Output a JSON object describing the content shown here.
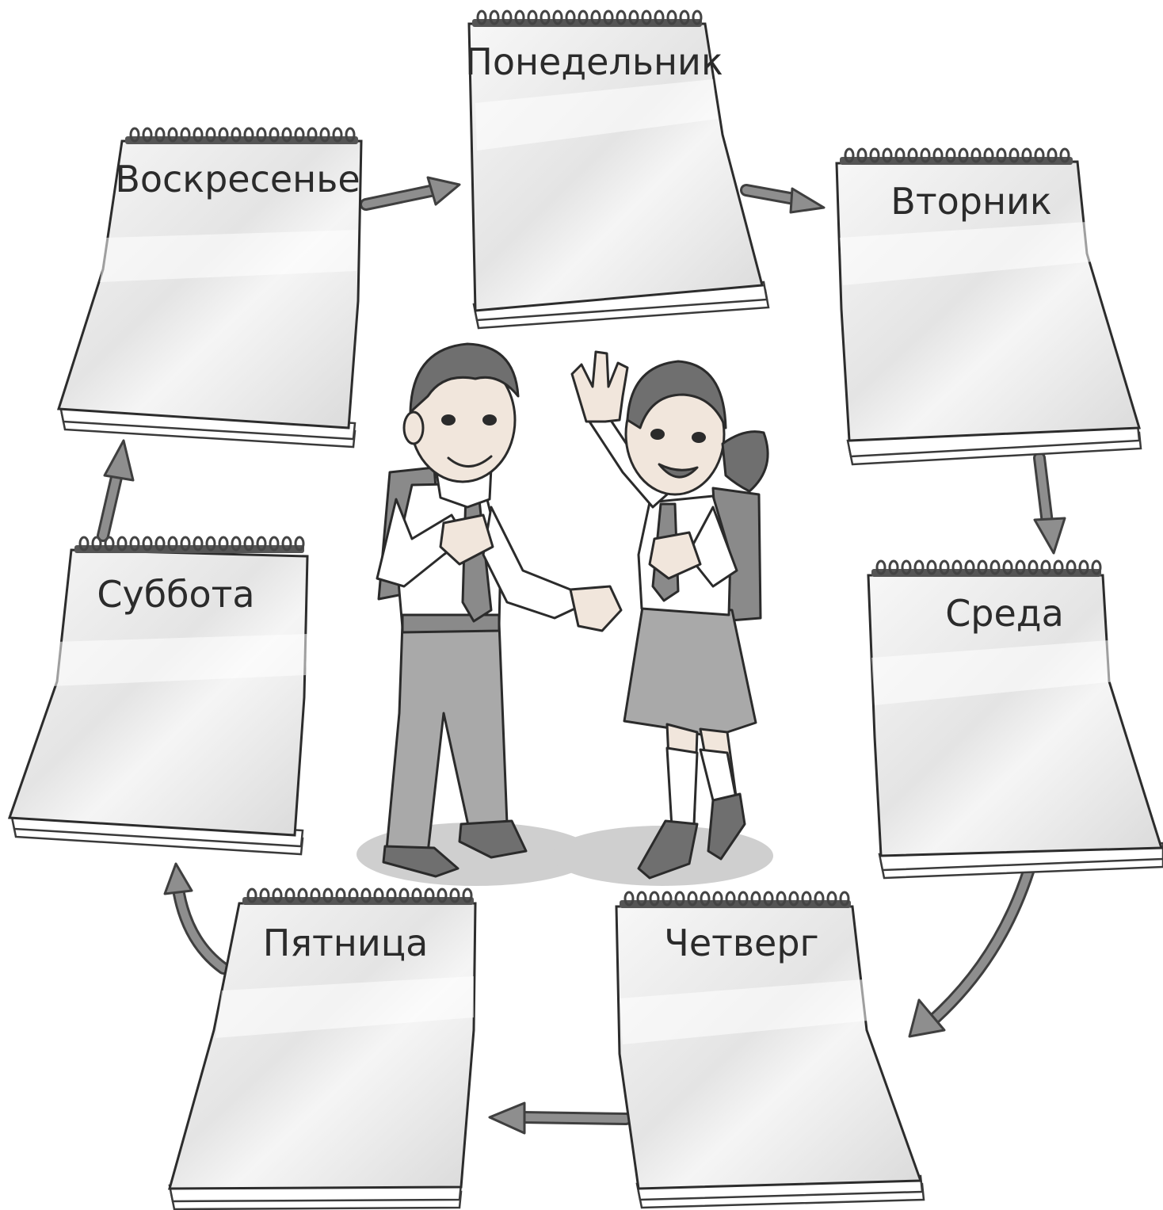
{
  "days": [
    {
      "id": "monday",
      "label": "Понедельник"
    },
    {
      "id": "tuesday",
      "label": "Вторник"
    },
    {
      "id": "wednesday",
      "label": "Среда"
    },
    {
      "id": "thursday",
      "label": "Четверг"
    },
    {
      "id": "friday",
      "label": "Пятница"
    },
    {
      "id": "saturday",
      "label": "Суббота"
    },
    {
      "id": "sunday",
      "label": "Воскресенье"
    }
  ],
  "cycle_order": [
    "sunday",
    "monday",
    "tuesday",
    "wednesday",
    "thursday",
    "friday",
    "saturday",
    "sunday"
  ],
  "illustration": {
    "subject": "boy-and-girl-schoolchildren",
    "palette": {
      "outline": "#2b2b2b",
      "paper": "#ffffff",
      "arrow": "#8e8e8e",
      "clothing": "#a9a9a9",
      "shadow": "#cfcfcf"
    }
  }
}
